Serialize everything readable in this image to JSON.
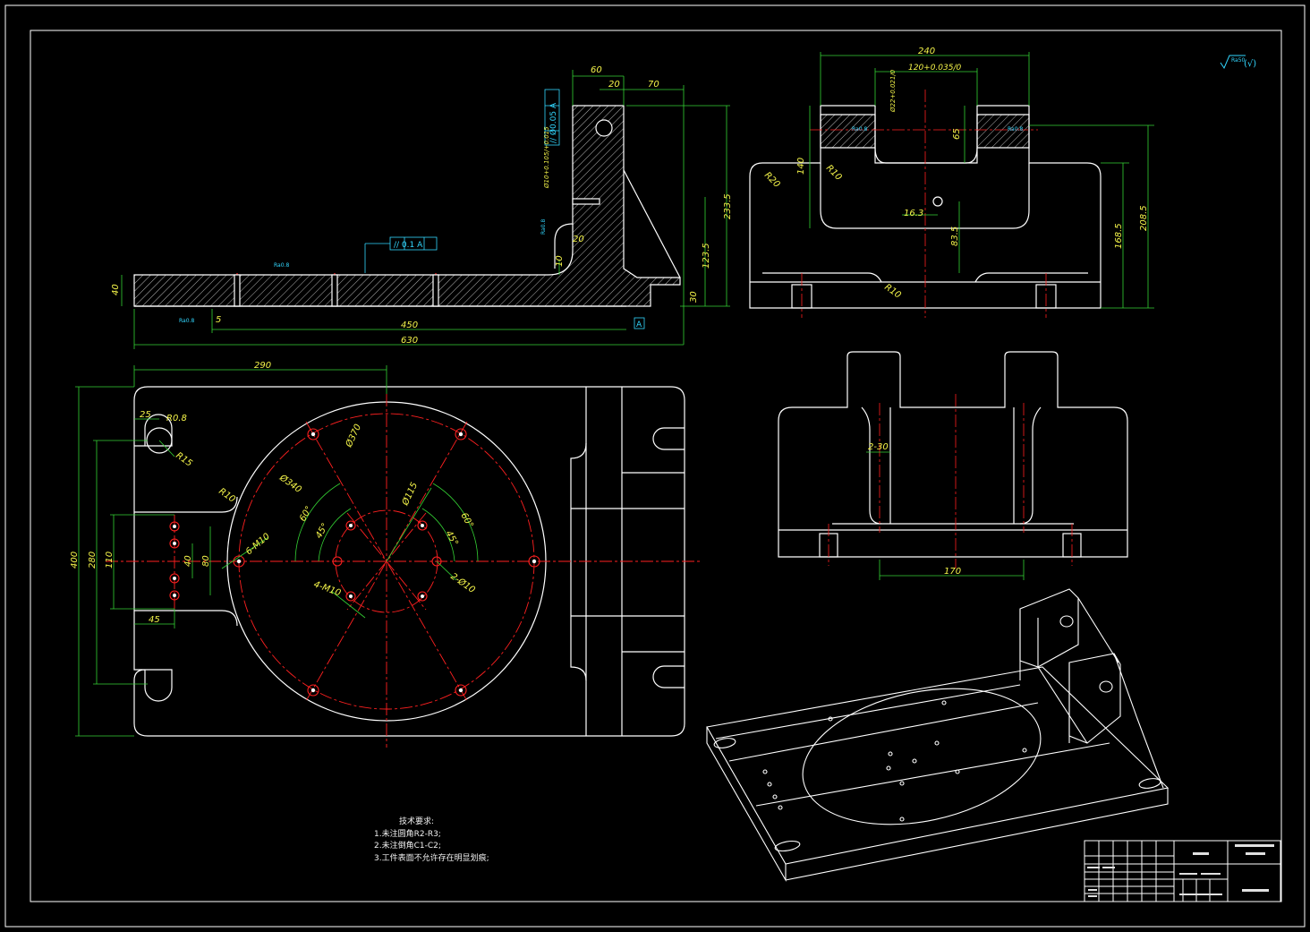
{
  "colors": {
    "background": "#000000",
    "outline": "#ffffff",
    "centerline": "#ff2020",
    "dimension": "#34d234",
    "dimension_text": "#f5f54a",
    "hatch": "#b4b4b4",
    "gdt": "#32d7ff",
    "text": "#f0f0f0"
  },
  "side_view": {
    "dims": {
      "d60": "60",
      "d20": "20",
      "d70": "70",
      "d40": "40",
      "d5": "5",
      "d450": "450",
      "d630": "630",
      "d10": "10",
      "d20b": "20",
      "d30": "30",
      "d1235": "123.5",
      "d2335": "233.5",
      "bore": "Ø10+0.105/+0.015"
    },
    "gdt_parallel": "// Ø0.05 A",
    "gdt_parallel2": "// 0.1 A",
    "datum": "A",
    "roughness": [
      "Ra0.8",
      "Ra0.8",
      "Ra0.8"
    ]
  },
  "front_view": {
    "dims": {
      "d240": "240",
      "d120": "120+0.035/0",
      "d22": "Ø22+0.021/0",
      "d65": "65",
      "d140": "140",
      "r10": "R10",
      "r20": "R20",
      "d163": "16.3",
      "d835": "83.5",
      "d1685": "168.5",
      "d2085": "208.5",
      "r10b": "R10"
    },
    "roughness": [
      "Ra0.8",
      "Ra0.8"
    ]
  },
  "top_view": {
    "dims": {
      "d290": "290",
      "d25": "25",
      "r08": "R0.8",
      "r15": "R15",
      "r10": "R10",
      "d400": "400",
      "d280": "280",
      "d110": "110",
      "d40": "40",
      "d80": "80",
      "d45": "45",
      "phi370": "Ø370",
      "phi340": "Ø340",
      "phi115": "Ø115",
      "a60l": "60°",
      "a45l": "45°",
      "a60r": "60°",
      "a45r": "45°",
      "m10_6": "6-M10",
      "m10_4": "4-M10",
      "phi10_2": "2-Ø10"
    }
  },
  "rear_view": {
    "dims": {
      "d230": "2-30",
      "d170": "170"
    }
  },
  "roughness_corner": {
    "label": "Ra50",
    "paren": "(√)"
  },
  "tech_requirements": {
    "title": "技术要求:",
    "items": [
      "1.未注圆角R2-R3;",
      "2.未注倒角C1-C2;",
      "3.工件表面不允许存在明显划痕;"
    ]
  }
}
